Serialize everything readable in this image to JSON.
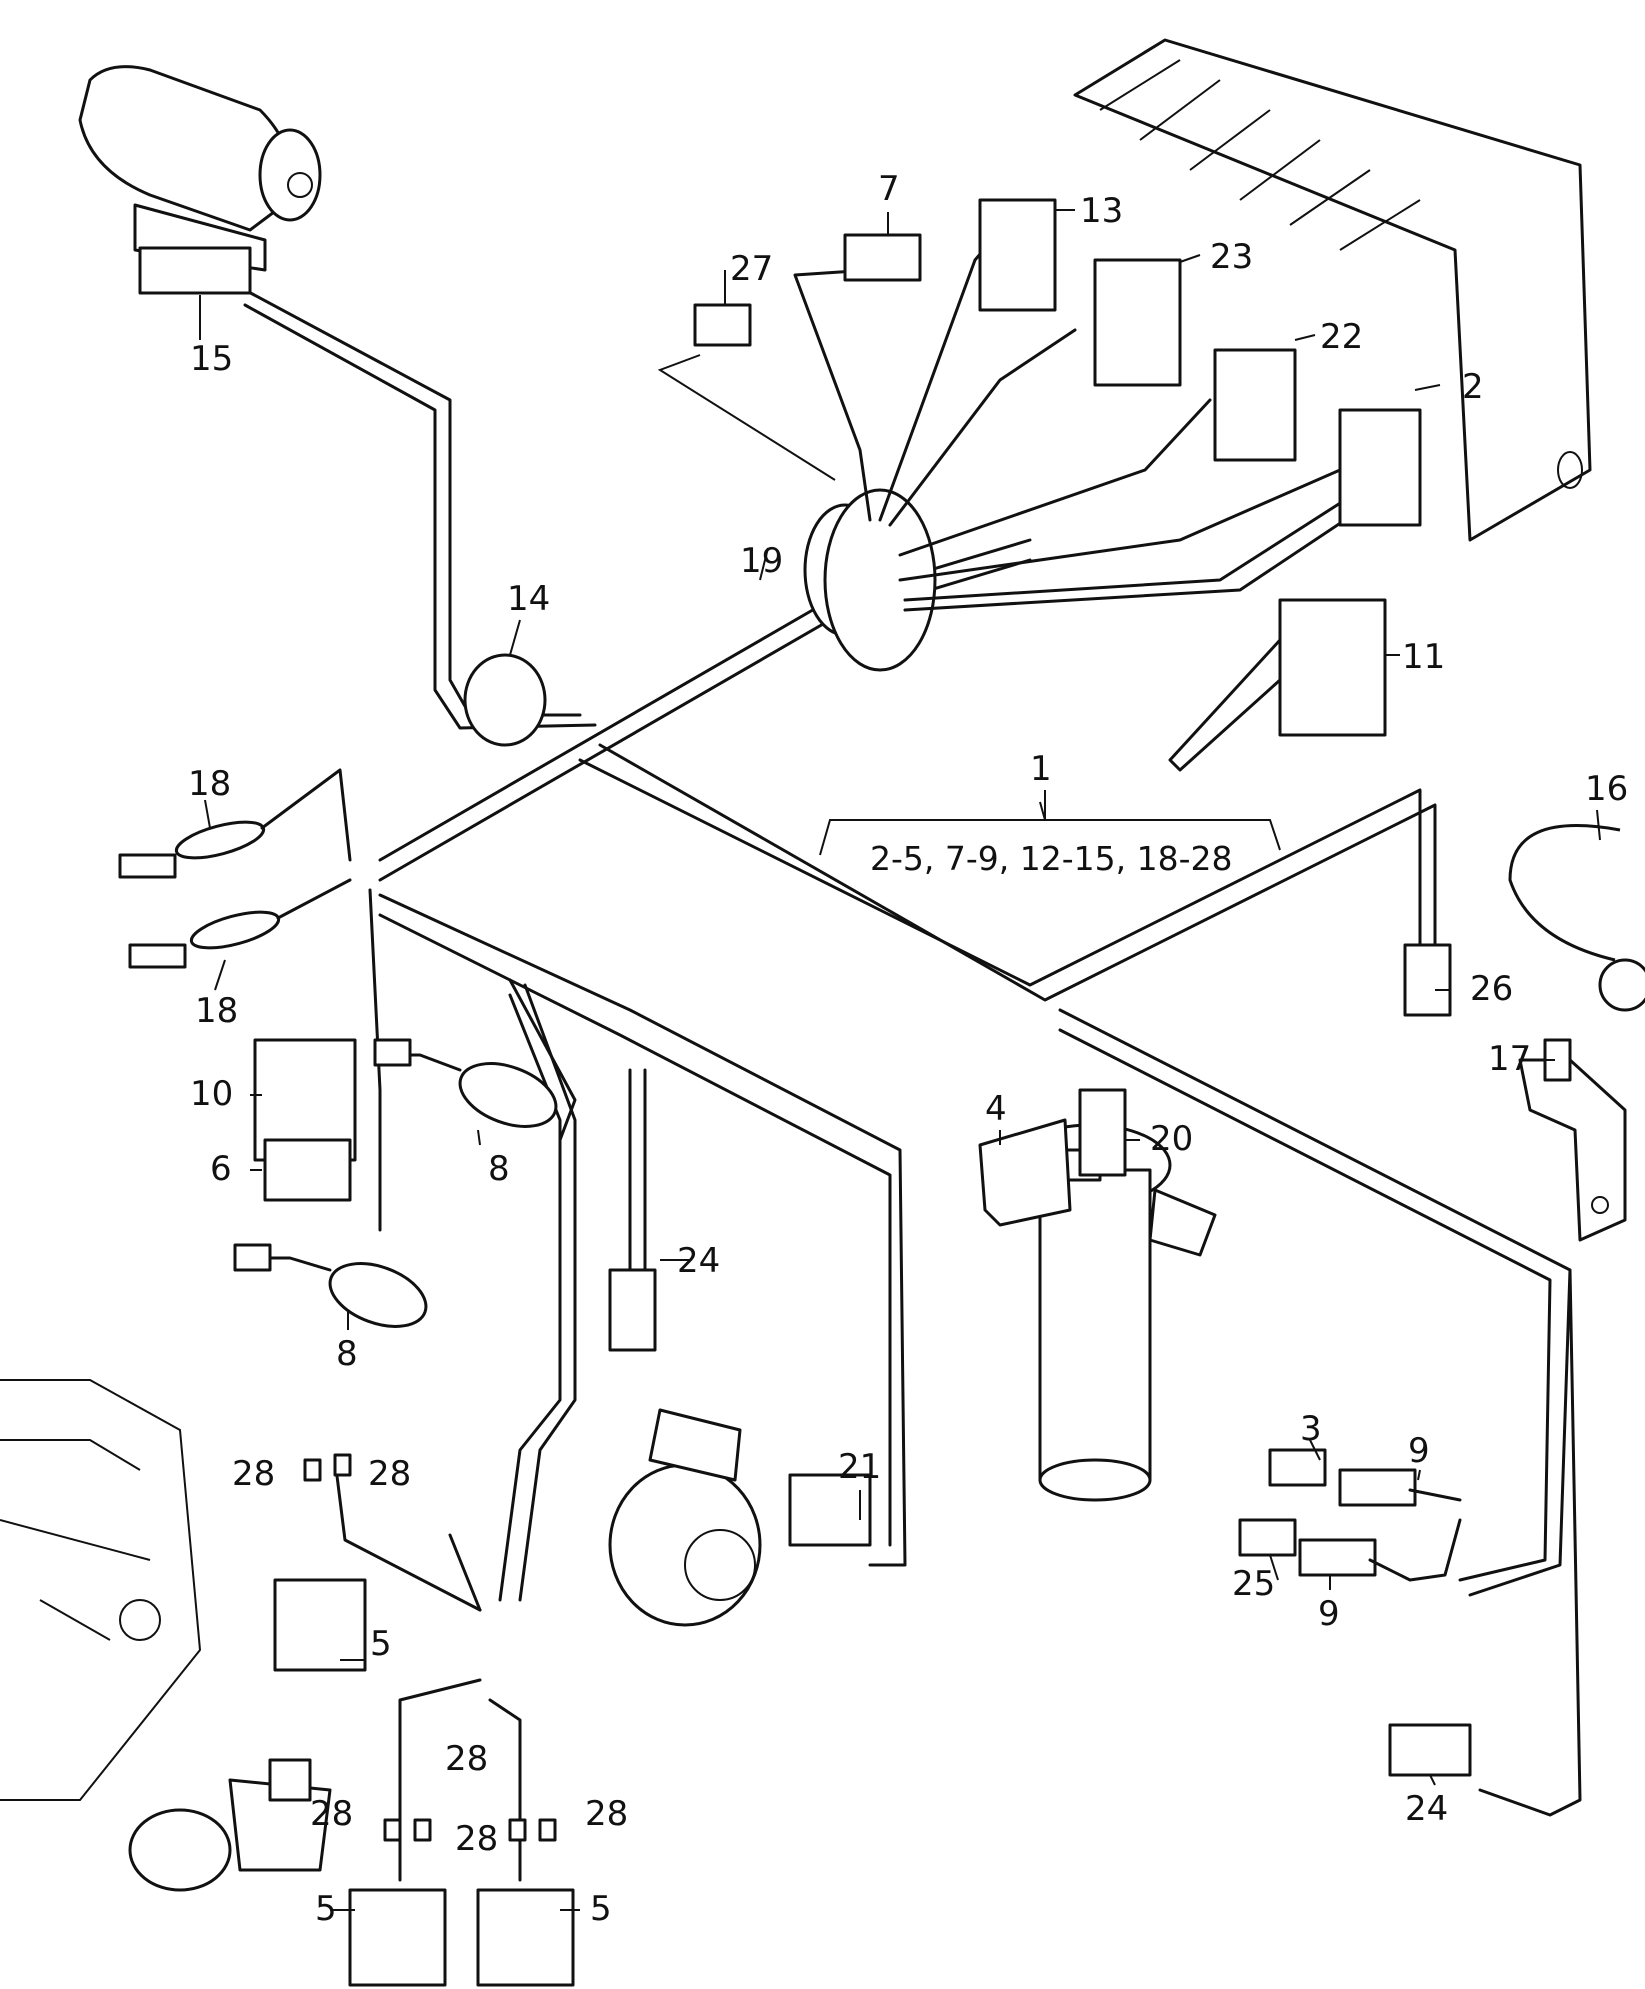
{
  "labels": {
    "l1": "1",
    "l1_range": "2-5, 7-9, 12-15, 18-28",
    "l2": "2",
    "l3": "3",
    "l4": "4",
    "l5a": "5",
    "l5b": "5",
    "l5c": "5",
    "l6": "6",
    "l7": "7",
    "l8a": "8",
    "l8b": "8",
    "l9a": "9",
    "l9b": "9",
    "l10": "10",
    "l11": "11",
    "l13": "13",
    "l14": "14",
    "l15": "15",
    "l16": "16",
    "l17": "17",
    "l18a": "18",
    "l18b": "18",
    "l19": "19",
    "l20": "20",
    "l21": "21",
    "l22": "22",
    "l23": "23",
    "l24a": "24",
    "l24b": "24",
    "l25": "25",
    "l26": "26",
    "l27": "27",
    "l28a": "28",
    "l28b": "28",
    "l28c": "28",
    "l28d": "28",
    "l28e": "28",
    "l28f": "28"
  },
  "colors": {
    "ink": "#111111",
    "paper": "#ffffff"
  }
}
